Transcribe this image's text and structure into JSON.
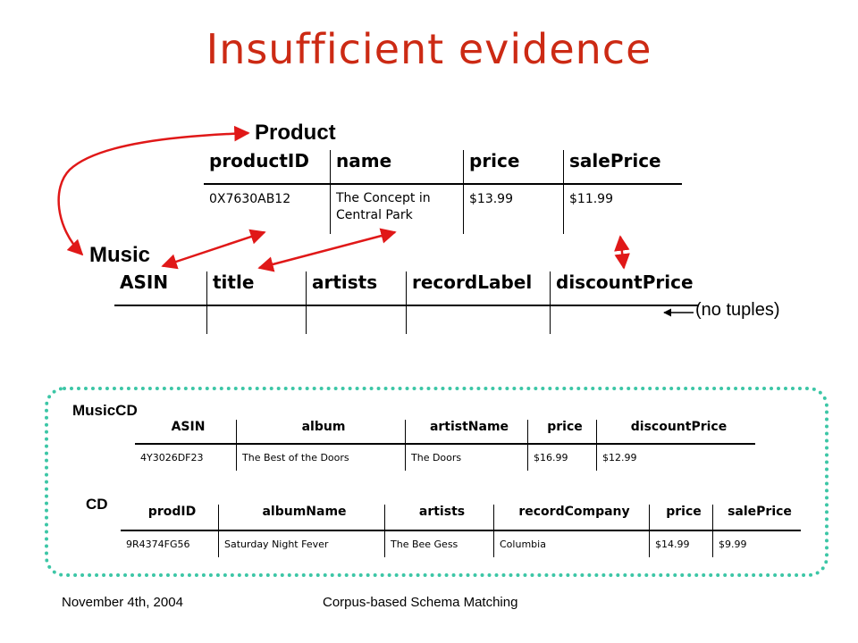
{
  "title": "Insufficient evidence",
  "product": {
    "label": "Product",
    "headers": [
      "productID",
      "name",
      "price",
      "salePrice"
    ],
    "row": [
      "0X7630AB12",
      "The Concept in Central Park",
      "$13.99",
      "$11.99"
    ]
  },
  "music": {
    "label": "Music",
    "headers": [
      "ASIN",
      "title",
      "artists",
      "recordLabel",
      "discountPrice"
    ],
    "note": "(no tuples)"
  },
  "musiccd": {
    "label": "MusicCD",
    "headers": [
      "ASIN",
      "album",
      "artistName",
      "price",
      "discountPrice"
    ],
    "row": [
      "4Y3026DF23",
      "The Best of the Doors",
      "The Doors",
      "$16.99",
      "$12.99"
    ]
  },
  "cd": {
    "label": "CD",
    "headers": [
      "prodID",
      "albumName",
      "artists",
      "recordCompany",
      "price",
      "salePrice"
    ],
    "row": [
      "9R4374FG56",
      "Saturday Night Fever",
      "The Bee Gess",
      "Columbia",
      "$14.99",
      "$9.99"
    ]
  },
  "footer": {
    "date": "November 4th, 2004",
    "course": "Corpus-based Schema Matching"
  },
  "colors": {
    "title": "#cc2a14",
    "arrows": "#e01818",
    "dotted_border": "#3cc6a6"
  }
}
